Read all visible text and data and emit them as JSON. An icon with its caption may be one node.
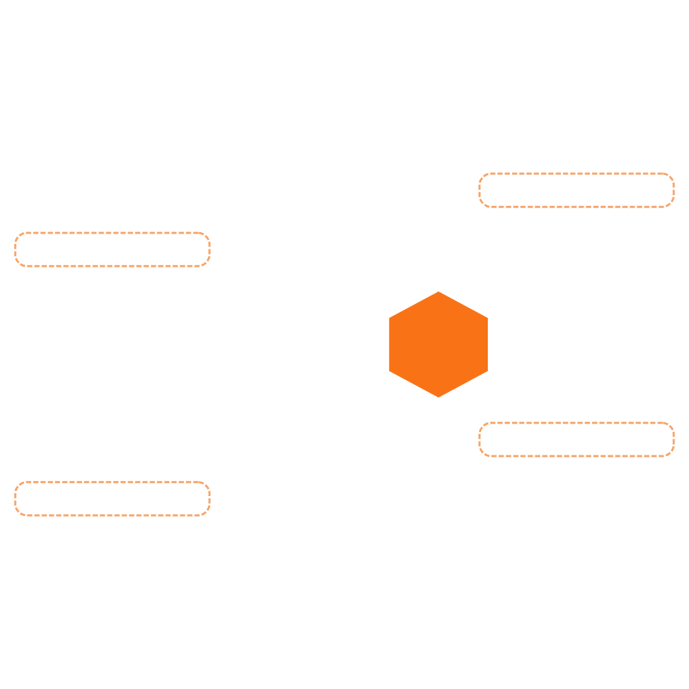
{
  "diagram": {
    "nodes": [
      {
        "text": [],
        "shape": "box"
      },
      {
        "text": [],
        "shape": "box"
      },
      {
        "text": [],
        "shape": "hexagon"
      },
      {
        "text": [],
        "shape": "box"
      },
      {
        "text": [],
        "shape": "box"
      }
    ]
  }
}
